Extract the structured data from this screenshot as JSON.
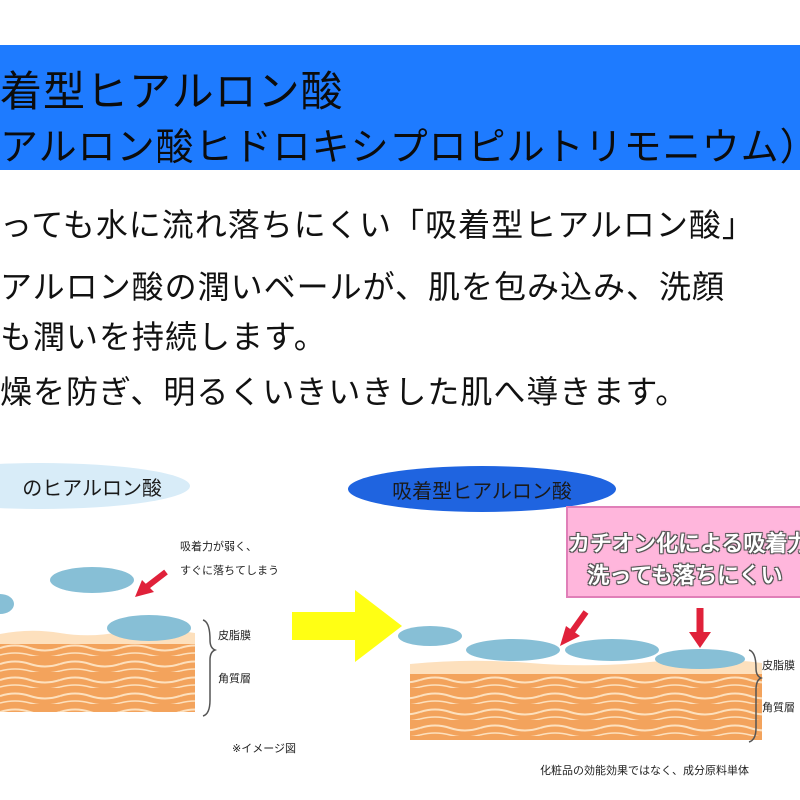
{
  "header": {
    "title_line1": "着型ヒアルロン酸",
    "title_line2": "アルロン酸ヒドロキシプロピルトリモニウム）"
  },
  "body": {
    "line1": "っても水に流れ落ちにくい「吸着型ヒアルロン酸」",
    "line2": "アルロン酸の潤いベールが、肌を包み込み、洗顔",
    "line3": "も潤いを持続します。",
    "line4": "燥を防ぎ、明るくいきいきした肌へ導きます。"
  },
  "diagram": {
    "left_label": "のヒアルロン酸",
    "right_label": "吸着型ヒアルロン酸",
    "callout_line1": "カチオン化による吸着力で",
    "callout_line2": "洗っても落ちにくい",
    "weak_note_line1": "吸着力が弱く、",
    "weak_note_line2": "すぐに落ちてしまう",
    "layer_sebum_left": "皮脂膜",
    "layer_horny_left": "角質層",
    "layer_sebum_right": "皮脂膜",
    "layer_horny_right": "角質層",
    "image_note": "※イメージ図",
    "bottom_note": "化粧品の効能効果ではなく、成分原料単体"
  },
  "colors": {
    "banner": "#1e7bff",
    "ellipse_fill": "#87bfd6",
    "skin_orange": "#f3a35c",
    "skin_light": "#fde0bd",
    "arrow_yellow": "#ffff14",
    "arrow_red": "#e0213a",
    "callout_pink": "#ffb6dc"
  }
}
